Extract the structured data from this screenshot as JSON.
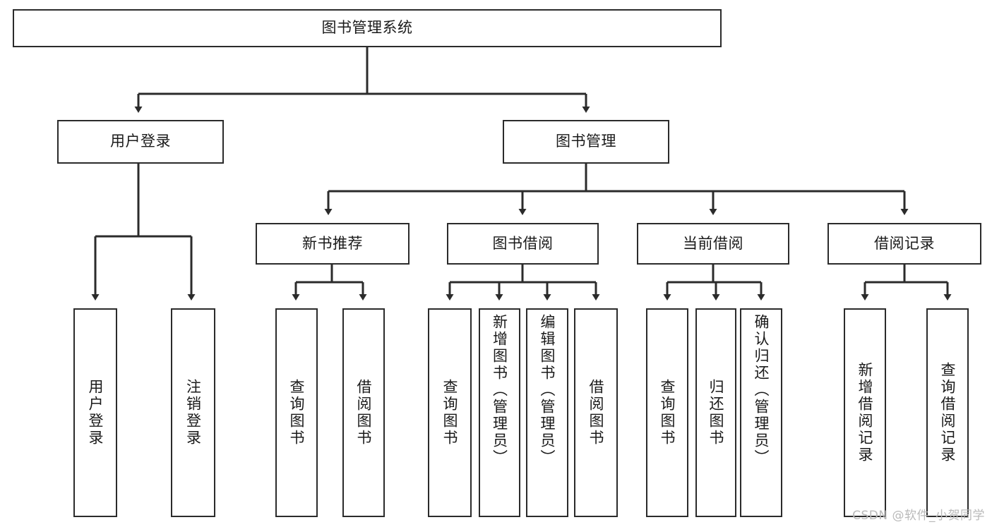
{
  "diagram": {
    "title": "图书管理系统",
    "type": "tree-hierarchy-diagram",
    "root": {
      "id": "root",
      "label": "图书管理系统"
    },
    "level2": [
      {
        "id": "user-login",
        "label": "用户登录"
      },
      {
        "id": "book-management",
        "label": "图书管理"
      }
    ],
    "level3": [
      {
        "id": "new-book-recommend",
        "label": "新书推荐"
      },
      {
        "id": "book-borrow",
        "label": "图书借阅"
      },
      {
        "id": "current-borrow",
        "label": "当前借阅"
      },
      {
        "id": "borrow-record",
        "label": "借阅记录"
      }
    ],
    "leaves": {
      "user_login": [
        {
          "id": "leaf-user-login",
          "label": "用户登录"
        },
        {
          "id": "leaf-logout-login",
          "label": "注销登录"
        }
      ],
      "new_book_recommend": [
        {
          "id": "leaf-query-book-1",
          "label": "查询图书"
        },
        {
          "id": "leaf-borrow-book-1",
          "label": "借阅图书"
        }
      ],
      "book_borrow": [
        {
          "id": "leaf-query-book-2",
          "label": "查询图书"
        },
        {
          "id": "leaf-add-book",
          "label": "新增图书（管理员）"
        },
        {
          "id": "leaf-edit-book",
          "label": "编辑图书（管理员）"
        },
        {
          "id": "leaf-borrow-book-2",
          "label": "借阅图书"
        }
      ],
      "current_borrow": [
        {
          "id": "leaf-query-book-3",
          "label": "查询图书"
        },
        {
          "id": "leaf-return-book",
          "label": "归还图书"
        },
        {
          "id": "leaf-confirm-return",
          "label": "确认归还（管理员）"
        }
      ],
      "borrow_record": [
        {
          "id": "leaf-add-record",
          "label": "新增借阅记录"
        },
        {
          "id": "leaf-query-record",
          "label": "查询借阅记录"
        }
      ]
    },
    "colors": {
      "stroke": "#2b2b2b",
      "fill": "#ffffff",
      "text": "#1a1a1a",
      "watermark": "#b9b9b9"
    }
  },
  "watermark": {
    "text": "CSDN @软件_小贺同学"
  }
}
